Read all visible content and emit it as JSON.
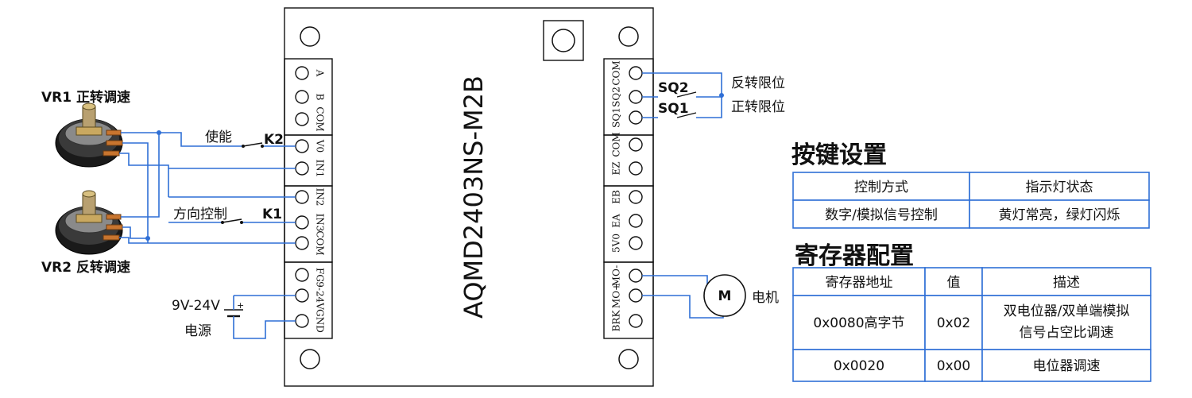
{
  "board": {
    "model": "AQMD2403NS-M2B"
  },
  "left_terminals": {
    "block1": [
      "A",
      "B",
      "COM"
    ],
    "block2": [
      "V0",
      "IN1"
    ],
    "block3": [
      "IN2",
      "IN3",
      "COM"
    ],
    "block4": [
      "FG",
      "9-24V",
      "GND"
    ]
  },
  "right_terminals": {
    "block1": [
      "COM",
      "SQ2",
      "SQ1"
    ],
    "block2": [
      "COM",
      "EZ"
    ],
    "block3": [
      "EB",
      "EA",
      "5V0"
    ],
    "block4": [
      "MO-",
      "MO+",
      "BRK"
    ]
  },
  "labels": {
    "vr1": "VR1 正转调速",
    "vr2": "VR2 反转调速",
    "enable": "使能",
    "k2": "K2",
    "direction": "方向控制",
    "k1": "K1",
    "power_voltage": "9V-24V",
    "power_name": "电源",
    "sq2": "SQ2",
    "sq1": "SQ1",
    "reverse_limit": "反转限位",
    "forward_limit": "正转限位",
    "motor_symbol": "M",
    "motor_name": "电机",
    "plus": "+",
    "minus": "-"
  },
  "key_settings": {
    "title": "按键设置",
    "headers": [
      "控制方式",
      "指示灯状态"
    ],
    "rows": [
      [
        "数字/模拟信号控制",
        "黄灯常亮，绿灯闪烁"
      ]
    ]
  },
  "register_config": {
    "title": "寄存器配置",
    "headers": [
      "寄存器地址",
      "值",
      "描述"
    ],
    "rows": [
      [
        "0x0080高字节",
        "0x02",
        "双电位器/双单端模拟",
        "信号占空比调速"
      ],
      [
        "0x0020",
        "0x00",
        "电位器调速",
        ""
      ]
    ]
  },
  "colors": {
    "wire": "#2f6fd6",
    "line": "#111111"
  }
}
